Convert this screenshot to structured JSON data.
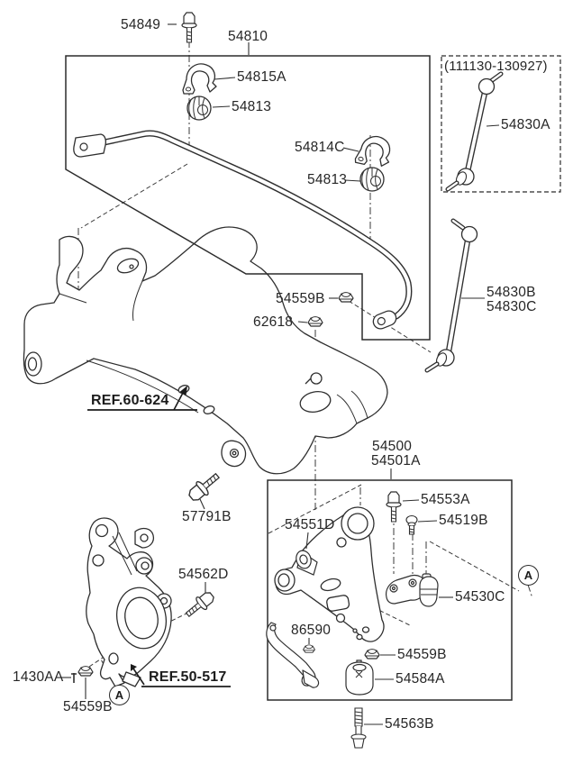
{
  "colors": {
    "ink": "#2b2b2b",
    "background": "#ffffff"
  },
  "date_range_note": "(111130-130927)",
  "marker": {
    "a": "A"
  },
  "callouts": [
    "54849",
    "54810",
    "54815A",
    "54813",
    "(111130-130927)",
    "54830A",
    "54814C",
    "54813",
    "54559B",
    "62618",
    "54830B",
    "54830C",
    "REF.60-624",
    "54500",
    "54501A",
    "57791B",
    "54551D",
    "54553A",
    "54519B",
    "54562D",
    "54530C",
    "86590",
    "54559B",
    "54584A",
    "1430AA",
    "REF.50-517",
    "54559B",
    "54563B"
  ]
}
